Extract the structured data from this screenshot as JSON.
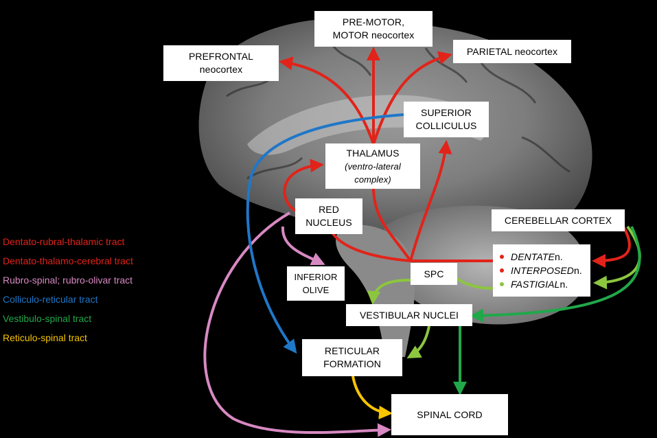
{
  "structures": {
    "premotor": [
      "PRE-MOTOR,",
      "MOTOR  neocortex"
    ],
    "prefrontal": [
      "PREFRONTAL",
      "neocortex"
    ],
    "parietal": [
      "PARIETAL neocortex"
    ],
    "superior_colliculus": [
      "SUPERIOR",
      "COLLICULUS"
    ],
    "thalamus": [
      "THALAMUS",
      "(ventro-lateral",
      "complex)"
    ],
    "red_nucleus": [
      "RED",
      "NUCLEUS"
    ],
    "cerebellar_cortex": [
      "CEREBELLAR CORTEX"
    ],
    "inferior_olive": [
      "INFERIOR",
      "OLIVE"
    ],
    "spc": [
      "SPC"
    ],
    "vestibular_nuclei": [
      "VESTIBULAR NUCLEI"
    ],
    "reticular_formation": [
      "RETICULAR",
      "FORMATION"
    ],
    "spinal_cord": [
      "SPINAL CORD"
    ]
  },
  "deep_nuclei": [
    {
      "name": "DENTATE",
      "suffix": " n.",
      "color": "#e2231a"
    },
    {
      "name": "INTERPOSED",
      "suffix": " n.",
      "color": "#e2231a"
    },
    {
      "name": "FASTIGIAL",
      "suffix": " n.",
      "color": "#8cc63f"
    }
  ],
  "legend": [
    {
      "label": "Dentato-rubral-thalamic tract",
      "color": "#e2231a"
    },
    {
      "label": "Dentato-thalamo-cerebral tract",
      "color": "#e2231a"
    },
    {
      "label": "Rubro-spinal; rubro-olivar tract",
      "color": "#d889c3"
    },
    {
      "label": "Colliculo-reticular tract",
      "color": "#1f77c8"
    },
    {
      "label": "Vestibulo-spinal tract",
      "color": "#21a84a"
    },
    {
      "label": "Reticulo-spinal tract",
      "color": "#f7c400"
    }
  ],
  "colors": {
    "red": "#e2231a",
    "pink": "#d889c3",
    "blue": "#1f77c8",
    "green": "#21a84a",
    "light_green": "#8cc63f",
    "yellow": "#f7c400"
  }
}
